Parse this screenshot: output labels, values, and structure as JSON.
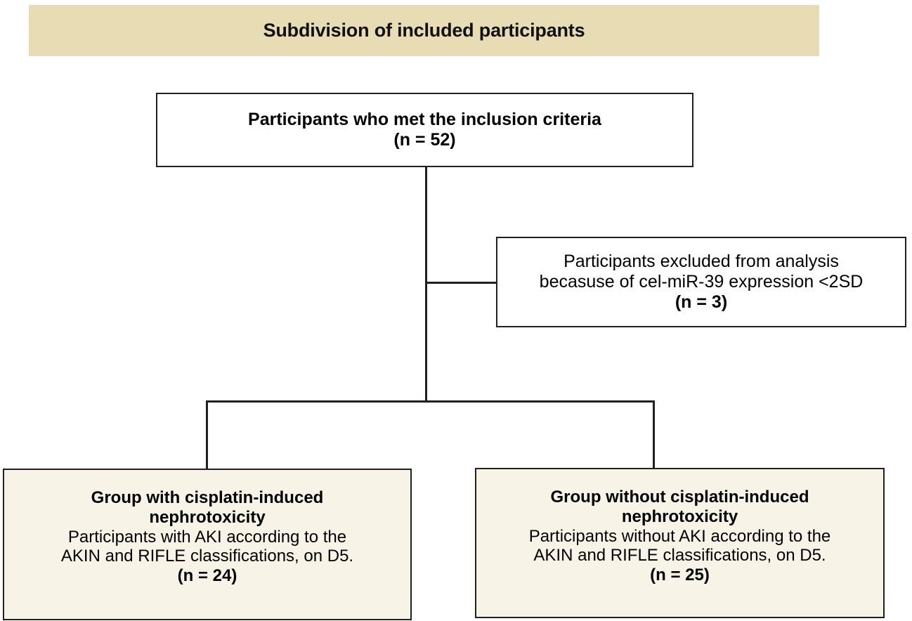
{
  "banner": {
    "title": "Subdivision of included participants",
    "background_color": "#e8dcb5"
  },
  "colors": {
    "banner_fill": "#e8dcb5",
    "group_box_fill": "#f7f4e7",
    "plain_box_fill": "#ffffff",
    "stroke": "#231f20",
    "page_background": "#ffffff"
  },
  "chart_data": {
    "type": "diagram",
    "title": "Subdivision of included participants",
    "nodes": [
      {
        "id": "root",
        "label": "Participants who met the inclusion criteria",
        "count_label": "(n = 52)",
        "n": 52,
        "fill": "#ffffff"
      },
      {
        "id": "excluded",
        "label_line1": "Participants excluded from analysis",
        "label_line2": "becasuse of cel-miR-39 expression <2SD",
        "count_label": "(n = 3)",
        "n": 3,
        "fill": "#ffffff"
      },
      {
        "id": "group-with",
        "heading_line1": "Group with cisplatin-induced",
        "heading_line2": "nephrotoxicity",
        "detail_line1": "Participants with AKI according to the",
        "detail_line2": "AKIN and RIFLE classifications, on D5.",
        "count_label": "(n = 24)",
        "n": 24,
        "fill": "#f7f4e7"
      },
      {
        "id": "group-without",
        "heading_line1": "Group without cisplatin-induced",
        "heading_line2": "nephrotoxicity",
        "detail_line1": "Participants without AKI according to the",
        "detail_line2": "AKIN and RIFLE classifications, on D5.",
        "count_label": "(n = 25)",
        "n": 25,
        "fill": "#f7f4e7"
      }
    ],
    "edges": [
      {
        "from": "root",
        "to": "excluded",
        "style": "elbow-right"
      },
      {
        "from": "root",
        "to": "group-with",
        "style": "split-left"
      },
      {
        "from": "root",
        "to": "group-without",
        "style": "split-right"
      }
    ]
  },
  "nodes": {
    "root": {
      "line1": "Participants who met the inclusion criteria",
      "line2": "(n = 52)"
    },
    "excluded": {
      "line1": "Participants excluded from analysis",
      "line2": "becasuse of cel-miR-39 expression <2SD",
      "line3": "(n = 3)"
    },
    "group_with": {
      "line1": "Group with cisplatin-induced",
      "line2": "nephrotoxicity",
      "line3": "Participants with AKI according to the",
      "line4": "AKIN and RIFLE classifications, on D5.",
      "line5": "(n = 24)"
    },
    "group_without": {
      "line1": "Group without cisplatin-induced",
      "line2": "nephrotoxicity",
      "line3": "Participants without AKI according to the",
      "line4": "AKIN and RIFLE classifications, on D5.",
      "line5": "(n = 25)"
    }
  }
}
